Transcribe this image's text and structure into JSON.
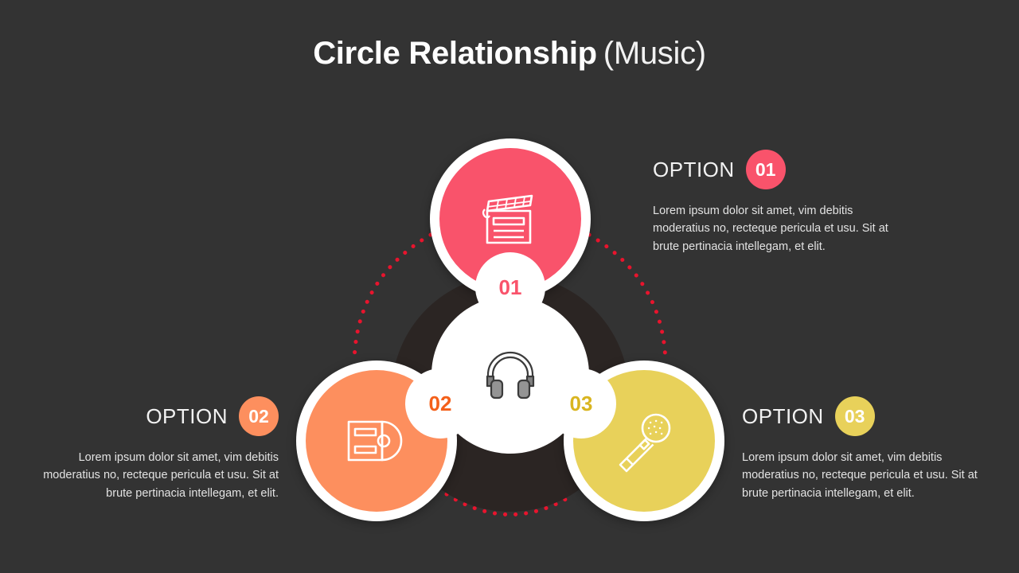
{
  "title": {
    "main": "Circle Relationship",
    "sub": "(Music)"
  },
  "colors": {
    "background": "#333333",
    "dark_ring": "#2b2523",
    "option_01": "#f9536b",
    "option_02": "#fd8f5e",
    "option_03": "#e8d15a",
    "connector_dots": "#e8142d",
    "white": "#ffffff",
    "text": "#e3e3e3"
  },
  "center": {
    "icon": "headphones-icon",
    "icon_color": "#58595b"
  },
  "options": [
    {
      "id": "01",
      "number": "01",
      "label": "OPTION",
      "icon": "clapperboard-icon",
      "color": "#f9536b",
      "body": "Lorem ipsum dolor sit amet, vim debitis moderatius no, recteque pericula et usu. Sit at brute pertinacia intellegam, et elit."
    },
    {
      "id": "02",
      "number": "02",
      "label": "OPTION",
      "icon": "cd-case-icon",
      "color": "#fd8f5e",
      "body": "Lorem ipsum dolor sit amet, vim debitis moderatius no, recteque pericula et usu. Sit at brute pertinacia intellegam, et elit."
    },
    {
      "id": "03",
      "number": "03",
      "label": "OPTION",
      "icon": "microphone-icon",
      "color": "#e8d15a",
      "body": "Lorem ipsum dolor sit amet, vim debitis moderatius no, recteque pericula et usu. Sit at brute pertinacia intellegam, et elit."
    }
  ]
}
